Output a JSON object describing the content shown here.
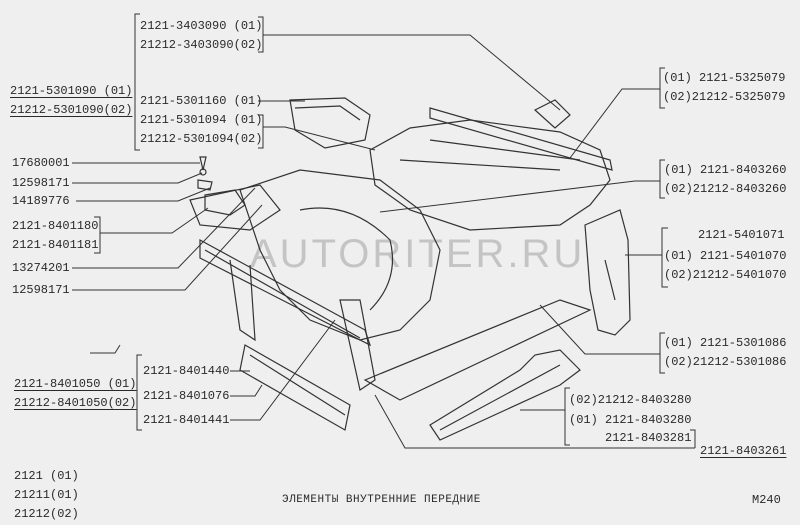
{
  "watermark": "AUTORITER.RU",
  "labels": {
    "top_group": [
      "2121-3403090 (01)",
      "21212-3403090(02)"
    ],
    "left_group": [
      "2121-5301090 (01)",
      "21212-5301090(02)"
    ],
    "mid_group": [
      "2121-5301160 (01)",
      "2121-5301094 (01)",
      "21212-5301094(02)"
    ],
    "left_column": [
      "17680001",
      "12598171",
      "14189776",
      "2121-8401180",
      "2121-8401181",
      "13274201",
      "12598171"
    ],
    "right_1": [
      "(01) 2121-5325079",
      "(02)21212-5325079"
    ],
    "right_2": [
      "(01) 2121-8403260",
      "(02)21212-8403260"
    ],
    "right_3": [
      "2121-5401071",
      "(01) 2121-5401070",
      "(02)21212-5401070"
    ],
    "right_4": [
      "(01) 2121-5301086",
      "(02)21212-5301086"
    ],
    "bottom_left_group": [
      "2121-8401050 (01)",
      "21212-8401050(02)"
    ],
    "bottom_mid_group": [
      "2121-8401440",
      "2121-8401076",
      "2121-8401441"
    ],
    "bottom_right_group": [
      "(02)21212-8403280",
      "(01) 2121-8403280",
      "2121-8403281"
    ],
    "bottom_right_main": "2121-8403261"
  },
  "footer": {
    "models": [
      "2121 (01)",
      "21211(01)",
      "21212(02)"
    ],
    "title": "ЭЛЕМЕНТЫ ВНУТРЕННИЕ ПЕРЕДНИЕ",
    "page_code": "M240"
  }
}
